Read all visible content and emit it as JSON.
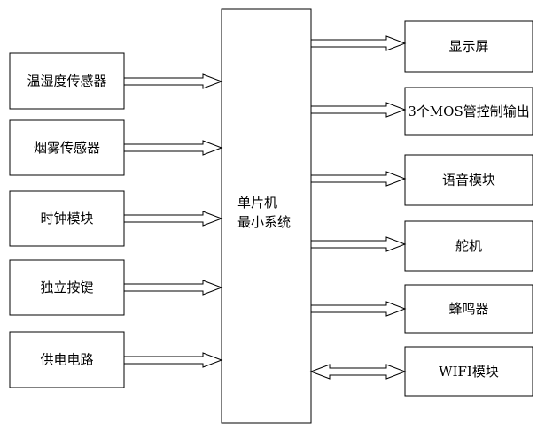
{
  "mcu": {
    "line1": "单片机",
    "line2": "最小系统"
  },
  "inputs": [
    {
      "label": "温湿度传感器"
    },
    {
      "label": "烟雾传感器"
    },
    {
      "label": "时钟模块"
    },
    {
      "label": "独立按键"
    },
    {
      "label": "供电电路"
    }
  ],
  "outputs": [
    {
      "label": "显示屏"
    },
    {
      "label": "3个MOS管控制输出"
    },
    {
      "label": "语音模块"
    },
    {
      "label": "舵机"
    },
    {
      "label": "蜂鸣器"
    },
    {
      "label": "WIFI模块"
    }
  ]
}
